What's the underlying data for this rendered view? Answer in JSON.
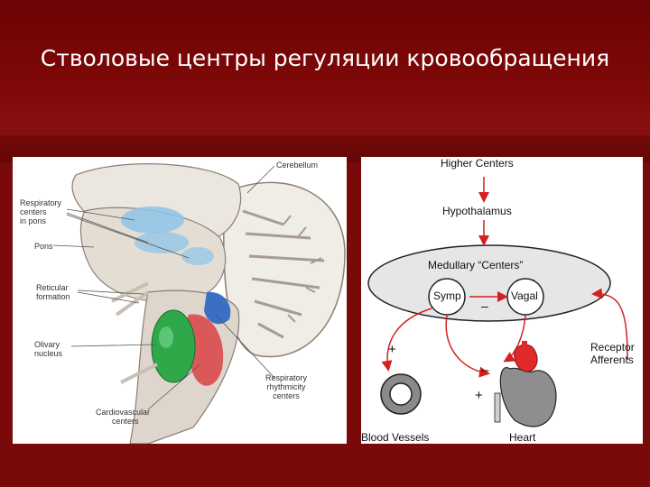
{
  "slide": {
    "title": "Стволовые центры регуляции кровообращения"
  },
  "brain_figure": {
    "labels": {
      "cerebellum": "Cerebellum",
      "respiratory_pons_1": "Respiratory",
      "respiratory_pons_2": "centers",
      "respiratory_pons_3": "in pons",
      "pons": "Pons",
      "reticular_1": "Reticular",
      "reticular_2": "formation",
      "olivary_1": "Olivary",
      "olivary_2": "nucleus",
      "cardio_1": "Cardiovascular",
      "cardio_2": "centers",
      "resp_rhythm_1": "Respiratory",
      "resp_rhythm_2": "rhythmicity",
      "resp_rhythm_3": "centers"
    },
    "colors": {
      "respiratory": "#8ec4e8",
      "olivary": "#2fa84a",
      "cardiovascular": "#d94a4a",
      "reticular": "#3a6fc4"
    }
  },
  "regulation_diagram": {
    "higher_centers": "Higher Centers",
    "hypothalamus": "Hypothalamus",
    "medullary": "Medullary “Centers”",
    "symp": "Symp",
    "vagal": "Vagal",
    "minus": "–",
    "plus": "+",
    "receptor_1": "Receptor",
    "receptor_2": "Afferents",
    "blood_vessels": "Blood Vessels",
    "heart": "Heart",
    "colors": {
      "arrow": "#d42020",
      "ellipse": "#e6e6e6"
    }
  }
}
